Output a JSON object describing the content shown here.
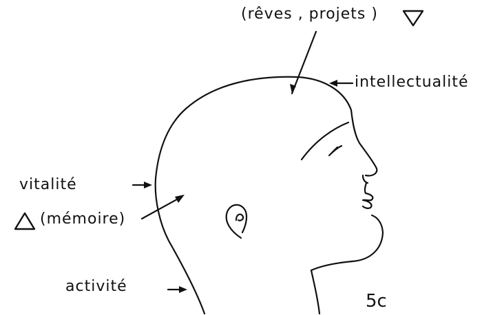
{
  "labels": {
    "dreams_projects": "(rêves , projets )",
    "intellectuality": "intellectualité",
    "vitality": "vitalité",
    "memory": "(mémoire)",
    "activity": "activité",
    "figure_number": "5c"
  },
  "icons": {
    "dreams_marker": "downward-triangle-icon",
    "memory_marker": "upward-triangle-icon"
  }
}
